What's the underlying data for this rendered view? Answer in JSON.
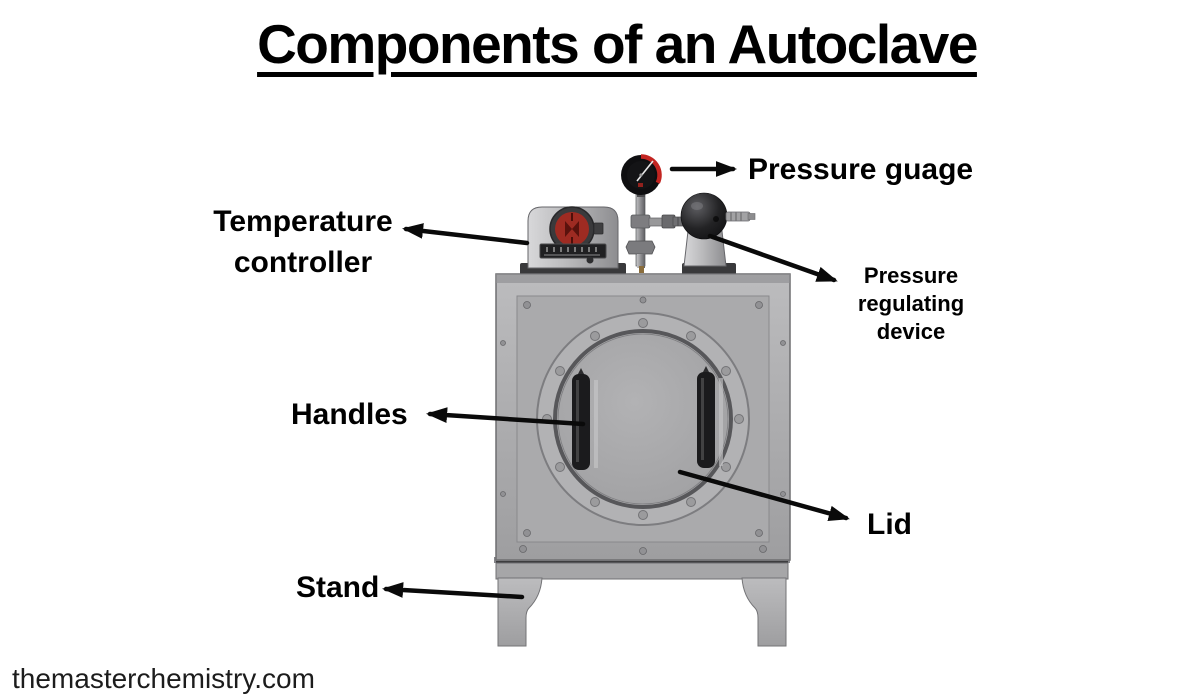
{
  "title": "Components of an Autoclave",
  "watermark": "themasterchemistry.com",
  "labels": {
    "pressure_gauge": "Pressure guage",
    "temperature_controller": [
      "Temperature",
      "controller"
    ],
    "pressure_regulating_device": [
      "Pressure",
      "regulating",
      "device"
    ],
    "handles": "Handles",
    "lid": "Lid",
    "stand": "Stand"
  },
  "illustration_parts": [
    "pressure-gauge",
    "temperature-controller",
    "pressure-regulating-device",
    "chamber-body",
    "lid",
    "handles",
    "stand"
  ],
  "colors": {
    "background": "#ffffff",
    "text": "#000000",
    "arrow": "#0a0a0a",
    "metal_light": "#c6c6c8",
    "metal_mid": "#a8a8aa",
    "metal_dark": "#7a7a7d",
    "handle_black": "#1b1b1d",
    "gauge_red": "#c32521",
    "dial_red": "#9e2b22"
  }
}
